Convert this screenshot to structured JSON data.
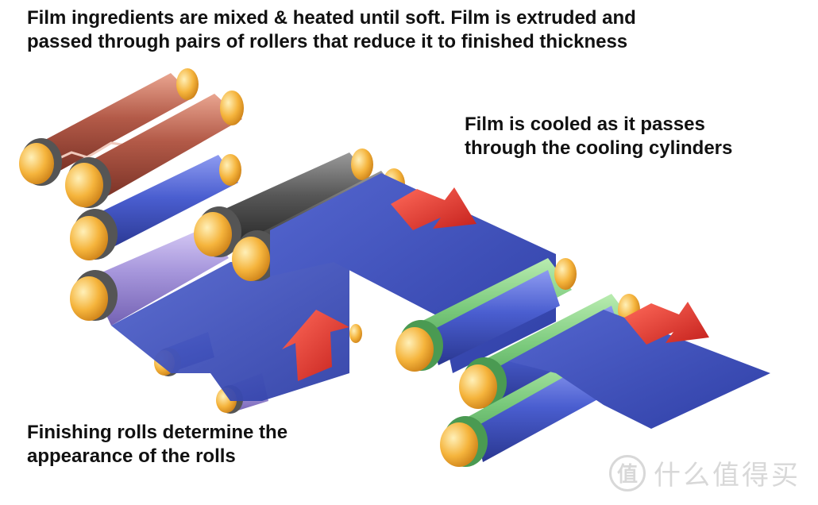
{
  "captions": {
    "top_line1": "Film ingredients are mixed & heated until soft. Film is extruded and",
    "top_line2": "passed through pairs of rollers that reduce it to finished thickness",
    "cooling_line1": "Film is cooled as it passes",
    "cooling_line2": "through the cooling cylinders",
    "finishing_line1": "Finishing rolls determine the",
    "finishing_line2": "appearance of the rolls"
  },
  "watermark": {
    "logo": "值",
    "text": "什么值得买"
  },
  "colors": {
    "film": "#3a4fb8",
    "film_dark": "#25318a",
    "roller_red": "#b35a48",
    "roller_blue": "#4a5ed0",
    "roller_gray": "#575757",
    "roller_lavender": "#a797dc",
    "roller_green": "#79c97b",
    "roller_end": "#f5b43c",
    "arrow": "#e23c37"
  }
}
